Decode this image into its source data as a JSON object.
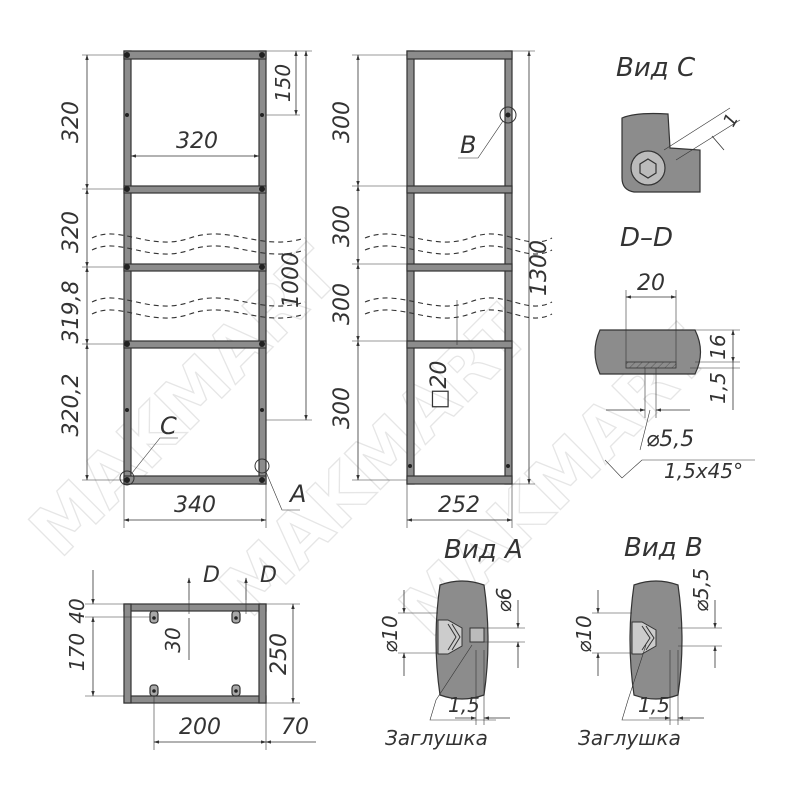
{
  "watermark": "MAKMART",
  "front": {
    "dims_left": [
      "320",
      "320",
      "319,8",
      "320,2"
    ],
    "inner_width": "320",
    "top_offset": "150",
    "height_total": "1000",
    "bottom_width": "340",
    "callout_c": "C",
    "callout_a": "A"
  },
  "side": {
    "dims_left": [
      "300",
      "300",
      "300",
      "300"
    ],
    "profile": "□20",
    "height_total": "1300",
    "bottom_width": "252",
    "callout_b": "B"
  },
  "top": {
    "section_marks": [
      "D",
      "D"
    ],
    "dims_left": [
      "40",
      "170"
    ],
    "dim_inner": "30",
    "depth": "250",
    "width": "200",
    "offset": "70"
  },
  "view_c": {
    "title": "Вид C",
    "dim": "1"
  },
  "section_dd": {
    "title": "D–D",
    "width": "20",
    "height": "16",
    "thickness": "1,5",
    "hole": "⌀5,5",
    "chamfer": "1,5x45°"
  },
  "view_a": {
    "title": "Вид A",
    "dia_outer": "⌀10",
    "dia_hole": "⌀6",
    "thickness": "1,5",
    "label": "Заглушка"
  },
  "view_b": {
    "title": "Вид B",
    "dia_outer": "⌀10",
    "dia_hole": "⌀5,5",
    "thickness": "1,5",
    "label": "Заглушка"
  }
}
